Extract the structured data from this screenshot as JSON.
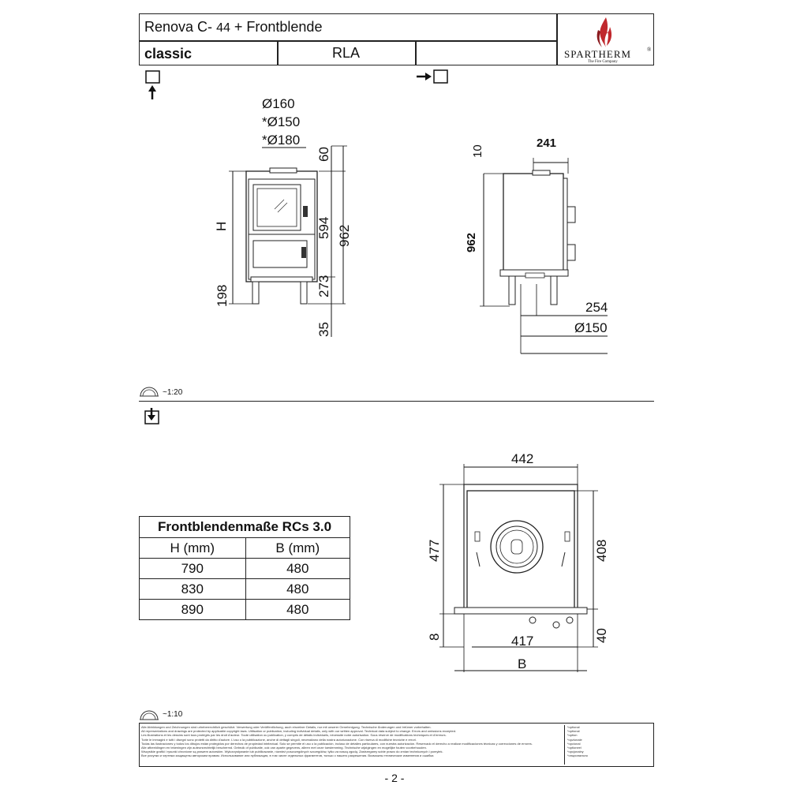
{
  "header": {
    "title_prefix": "Renova C-",
    "title_model": "44",
    "title_suffix": "+ Frontblende",
    "variant": "classic",
    "type_code": "RLA",
    "brand": "SPARTHERM",
    "brand_reg": "®",
    "brand_tagline": "The Fire Company",
    "brand_flame_color": "#c0282d"
  },
  "front_view": {
    "flue_diameter": "Ø160",
    "flue_option_1": "*Ø150",
    "flue_option_2": "*Ø180",
    "dim_top": "60",
    "dim_height_label": "H",
    "dim_door": "594",
    "dim_total": "962",
    "dim_legs": "198",
    "dim_base": "273",
    "dim_foot": "35"
  },
  "side_view": {
    "dim_top": "10",
    "dim_width_top": "241",
    "dim_height": "962",
    "dim_rear": "254",
    "dim_air": "Ø150"
  },
  "scale_top": "~1:20",
  "scale_bottom": "~1:10",
  "plan_view": {
    "dim_width": "442",
    "dim_depth_outer": "477",
    "dim_depth_inner": "408",
    "dim_foot_left": "8",
    "dim_foot_right": "40",
    "dim_width_inner": "417",
    "dim_b": "B"
  },
  "frame_table": {
    "title": "Frontblendenmaße RCs 3.0",
    "headers": [
      "H (mm)",
      "B (mm)"
    ],
    "rows": [
      [
        "790",
        "480"
      ],
      [
        "830",
        "480"
      ],
      [
        "890",
        "480"
      ]
    ]
  },
  "footer": {
    "disclaimer": [
      "Alle Abbildungen und Zeichnungen sind urheberrechtlich geschützt. Verwertung oder Veröffentlichung, auch einzelner Details, nur mit unserer Genehmigung. Technische Änderungen und Irrtümer vorbehalten.",
      "All representations and drawings are protected by applicable copyright laws. Utilisation or publication, including individual details, only with our written approval. Technical data subject to change. Errors and omissions excepted.",
      "Les illustrations et les dessins sont tous protégés par les droit d'auteur. Toute utilisation ou publication, y compris de détails individuels, nécessite notre autorisation. Sous réserve de modifications techniques et d'erreurs.",
      "Tutte le immagini e tutti i disegni sono protetti da diritto d'autore. L'uso o la pubblicazione, anche di dettagli singoli, necessitano della nostra autorizzazione. Con riserva di modifiche tecniche e errori.",
      "Todas las ilustraciones y todos los dibujos están protegidos por derechos de propiedad intelectual. Solo se permite el uso o la publicación, incluso de detalles particulares, con nuestra autorización. Reservado el derecho a realizar modificaciones técnicas y correcciones de errores.",
      "Alle afbeeldingen en tekeningen zijn auteursrechtelijk beschermd. Gebruik of publicatie, ook van aparte gegevens, alleen met onze toestemming. Technische wijzigingen en mogelijke fouten voorbehouden.",
      "Wszystkie grafiki i rysunki chronione są prawem autorskim. Wykorzystywanie lub publikowanie, również poszczególnych szczegółów, tylko za naszą zgodą. Zastrzegamy sobie prawo do zmian technicznych i pomyłek.",
      "Все рисунки и чертежи защищены авторским правом. Использование или публикация, в том числе отдельных фрагментов, только с нашего разрешения. Возможны технические изменения и ошибки."
    ],
    "optional_notes": [
      "*optional",
      "*optional",
      "*option",
      "*opzionale",
      "*opcional",
      "*optioneel",
      "*opcjonalny",
      "*опционально"
    ]
  },
  "page_number": "- 2 -"
}
